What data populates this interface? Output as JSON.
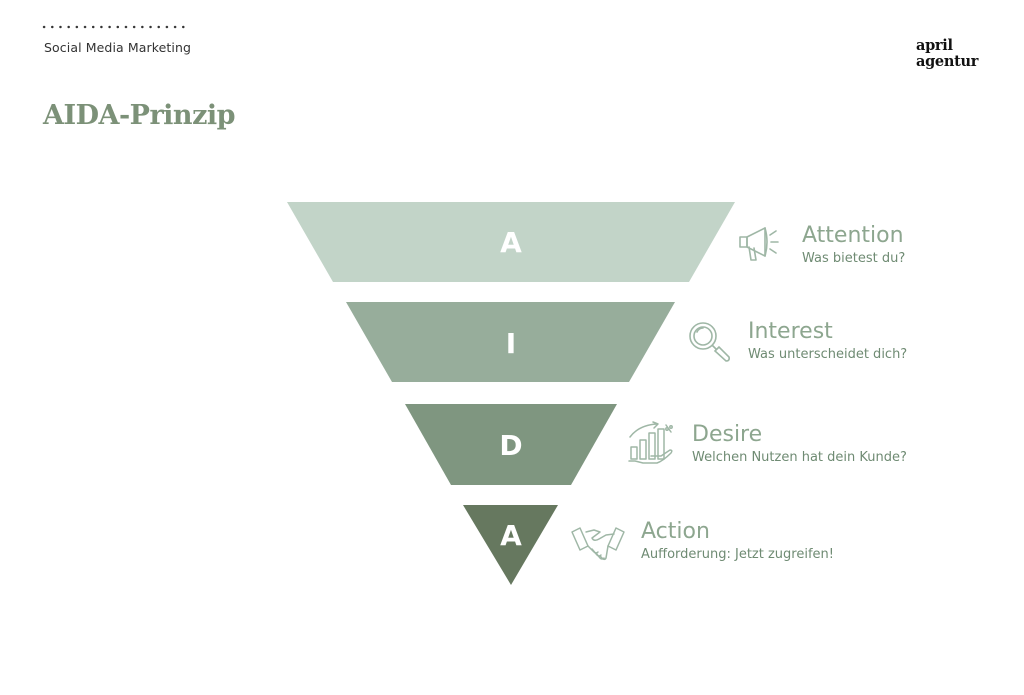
{
  "header": {
    "section_label": "Social Media Marketing",
    "brand_line1": "april",
    "brand_line2": "agentur"
  },
  "page": {
    "title": "AIDA-Prinzip"
  },
  "colors": {
    "title": "#7c9178",
    "stage1": "#c2d4c8",
    "stage2": "#97ad9b",
    "stage3": "#7f9680",
    "stage4": "#66785f",
    "icon": "#9fb7a6"
  },
  "stages": [
    {
      "letter": "A",
      "heading": "Attention",
      "subtitle": "Was bietest du?",
      "icon": "megaphone-icon"
    },
    {
      "letter": "I",
      "heading": "Interest",
      "subtitle": "Was unterscheidet dich?",
      "icon": "magnifier-icon"
    },
    {
      "letter": "D",
      "heading": "Desire",
      "subtitle": "Welchen Nutzen hat dein Kunde?",
      "icon": "growth-chart-icon"
    },
    {
      "letter": "A",
      "heading": "Action",
      "subtitle": "Aufforderung: Jetzt zugreifen!",
      "icon": "handshake-icon"
    }
  ]
}
